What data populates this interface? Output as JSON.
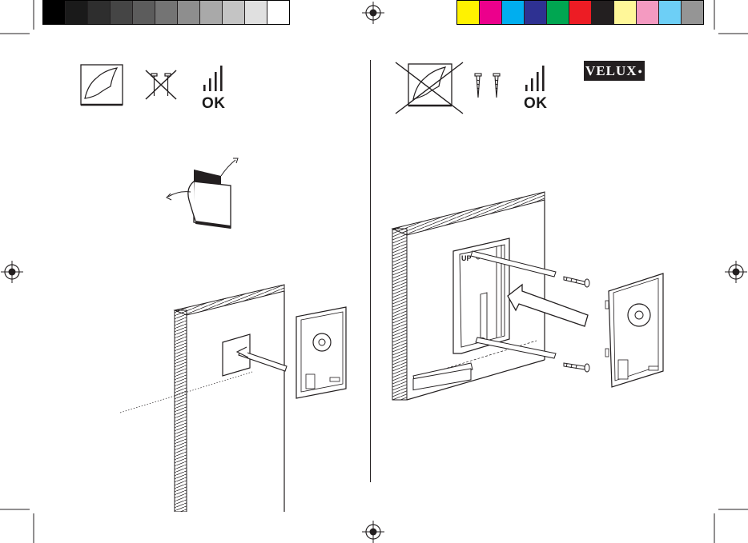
{
  "color_bar": {
    "gray_steps": [
      "#000000",
      "#1a1a1a",
      "#2e2e2e",
      "#454545",
      "#5c5c5c",
      "#747474",
      "#8e8e8e",
      "#a9a9a9",
      "#c4c4c4",
      "#e0e0e0",
      "#ffffff"
    ],
    "colors": [
      "#fff200",
      "#ec008c",
      "#00aeef",
      "#2e3192",
      "#00a651",
      "#ed1c24",
      "#231f20",
      "#fff799",
      "#f49ac1",
      "#6dcff6",
      "#959595"
    ]
  },
  "left_panel": {
    "ok_label": "OK"
  },
  "right_panel": {
    "ok_label": "OK",
    "brand": "VELUX",
    "up_label": "UP"
  }
}
